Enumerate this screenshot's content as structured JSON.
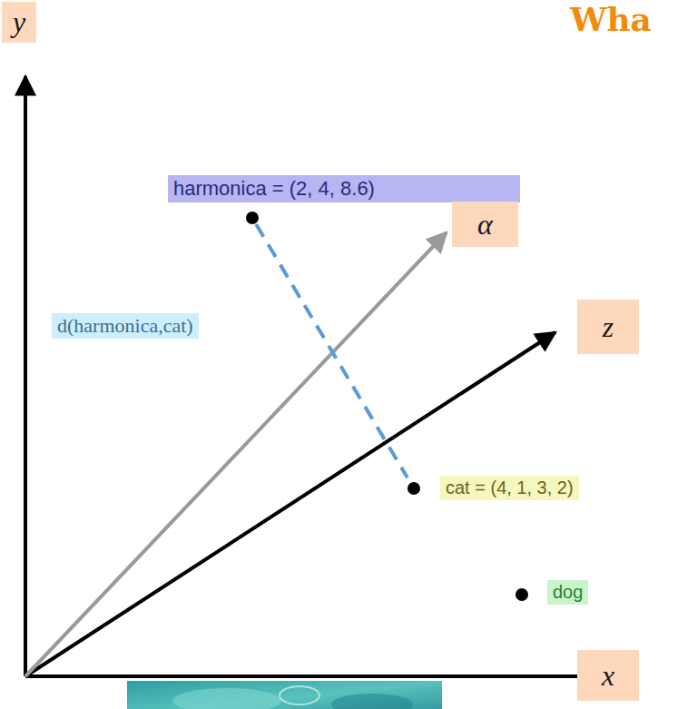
{
  "diagram": {
    "title": "Wha",
    "nodes": [
      {
        "text": [
          "y"
        ]
      },
      {
        "text": [
          "harmonica = (2, 4, 8.6)"
        ]
      },
      {
        "text": [
          "α"
        ]
      },
      {
        "text": [
          "z"
        ]
      },
      {
        "text": [
          "cat = (4, 1, 3, 2)"
        ]
      },
      {
        "text": [
          "dog"
        ]
      },
      {
        "text": [
          "x"
        ]
      }
    ],
    "edges": [
      {
        "from": 1,
        "to": 4,
        "arrow": "none",
        "label": "d(harmonica,cat)"
      }
    ]
  }
}
